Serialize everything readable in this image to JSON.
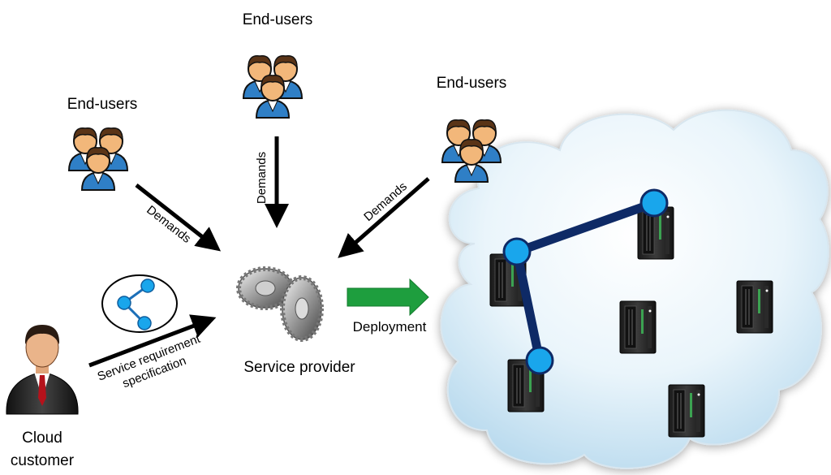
{
  "diagram": {
    "groups": [
      {
        "label": "End-users",
        "demand_label": "Demands"
      },
      {
        "label": "End-users",
        "demand_label": "Demands"
      },
      {
        "label": "End-users",
        "demand_label": "Demands"
      }
    ],
    "customer": {
      "label_line1": "Cloud",
      "label_line2": "customer"
    },
    "requirement": {
      "line1": "Service requirement",
      "line2": "specification"
    },
    "provider": {
      "label": "Service provider"
    },
    "deployment": {
      "label": "Deployment"
    }
  },
  "colors": {
    "arrow": "#000000",
    "deploy_arrow": "#1e9e3e",
    "node": "#19a6ec",
    "link": "#0e2a66",
    "cloud_fill": "#cfe6f4",
    "person_shirt": "#2f7fc6",
    "person_skin": "#f2b77a"
  },
  "icons": [
    "users-group-icon",
    "business-person-icon",
    "gears-icon",
    "server-icon",
    "graph-icon",
    "cloud-icon"
  ]
}
